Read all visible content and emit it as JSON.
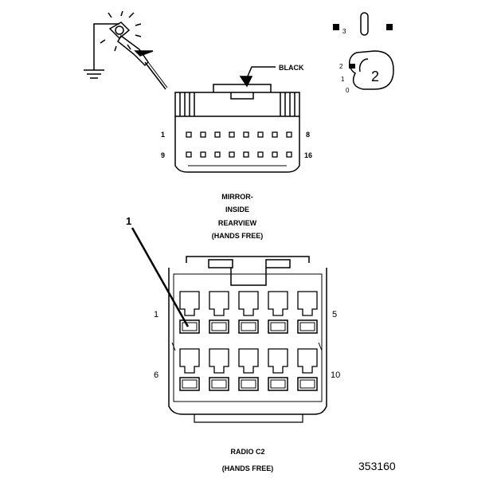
{
  "probe_label": "",
  "top_connector": {
    "wire_color_label": "BLACK",
    "pin_start_row1": "1",
    "pin_end_row1": "8",
    "pin_start_row2": "9",
    "pin_end_row2": "16",
    "caption_line1": "MIRROR-",
    "caption_line2": "INSIDE",
    "caption_line3": "REARVIEW",
    "caption_line4": "(HANDS FREE)"
  },
  "key_switch": {
    "positions": [
      "3",
      "2",
      "1",
      "0"
    ],
    "current_position": "2"
  },
  "bottom_connector": {
    "callout_number": "1",
    "pin_start_row1": "1",
    "pin_end_row1": "5",
    "pin_start_row2": "6",
    "pin_end_row2": "10",
    "caption_line1": "RADIO C2",
    "caption_line2": "(HANDS FREE)"
  },
  "figure_id": "353160",
  "colors": {
    "ink": "#000000",
    "paper": "#ffffff"
  }
}
